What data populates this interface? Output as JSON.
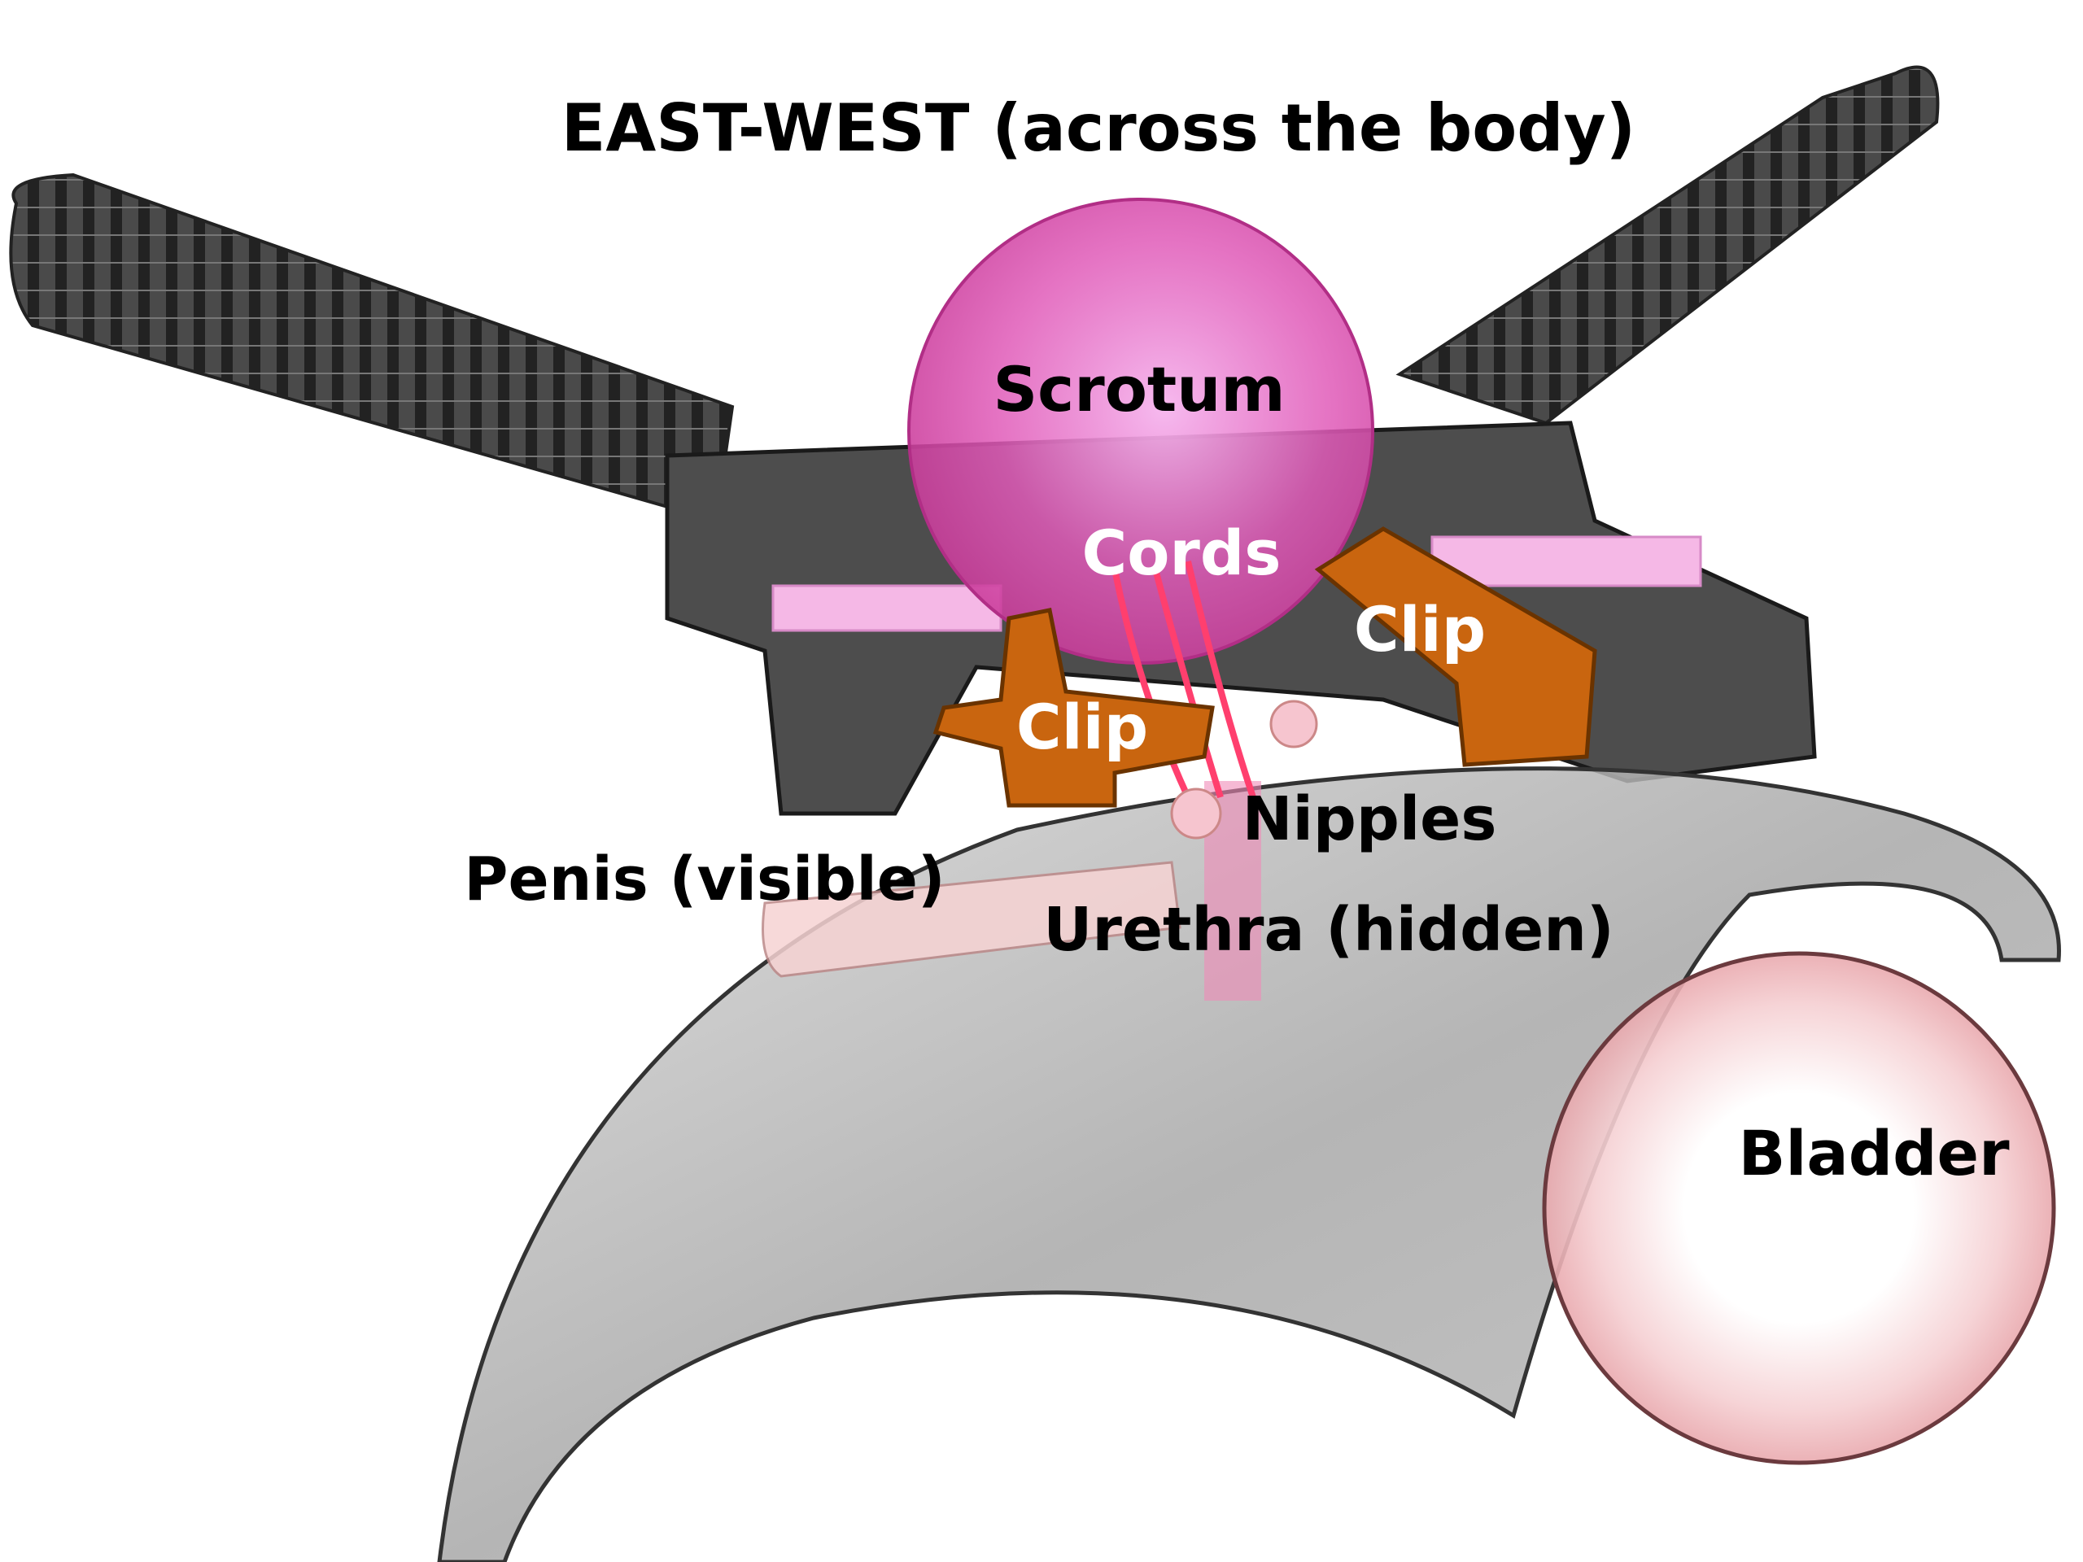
{
  "title": "EAST-WEST (across the body)",
  "labels": {
    "scrotum": "Scrotum",
    "cords": "Cords",
    "clip_right": "Clip",
    "clip_left": "Clip",
    "nipples": "Nipples",
    "penis": "Penis (visible)",
    "urethra": "Urethra (hidden)",
    "bladder": "Bladder"
  },
  "colors": {
    "handle": "#3a3a3a",
    "scrotum": "#e04fb0",
    "clip": "#c9650f",
    "pad": "#f5b8e6",
    "sheet": "#9a9a9a",
    "bladder": "#f2c4c8"
  }
}
